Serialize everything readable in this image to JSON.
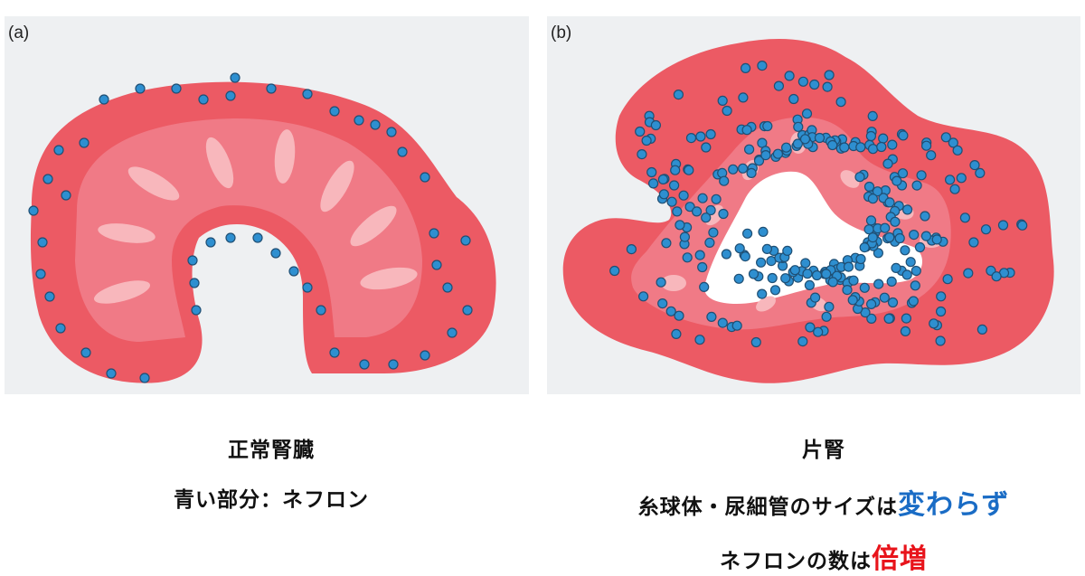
{
  "panel_a": {
    "label": "(a)",
    "caption_title": "正常腎臓",
    "caption_sub": "青い部分：ネフロン"
  },
  "panel_b": {
    "label": "(b)",
    "caption_title": "片腎",
    "line1_prefix": "糸球体・尿細管のサイズは",
    "line1_highlight": "変わらず",
    "line2_prefix": "ネフロンの数は",
    "line2_highlight": "倍増"
  },
  "colors": {
    "cortex": "#ec5a64",
    "medulla": "#f07a86",
    "papilla": "#f8b7bc",
    "nephron_dot": "#2e8fd0",
    "nephron_outline": "#1f4f74",
    "highlight_blue": "#1a6cc5",
    "highlight_red": "#e8141b"
  }
}
